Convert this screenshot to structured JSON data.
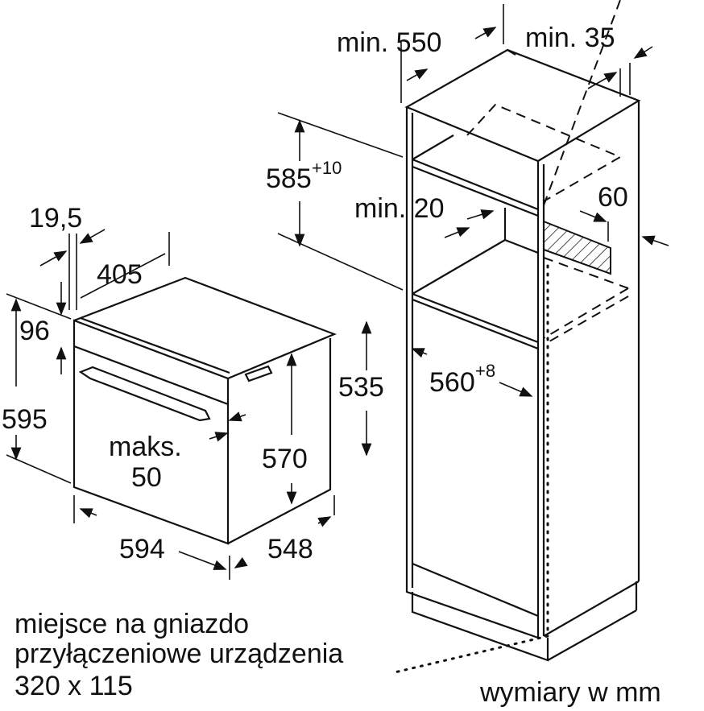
{
  "labels": {
    "cabinet_depth": "min. 550",
    "rear_gap": "min. 35",
    "niche_height": "585",
    "niche_height_tol": "+10",
    "min_gap": "min. 20",
    "vent": "60",
    "door_thickness": "19,5",
    "oven_depth_top": "405",
    "panel_height": "96",
    "oven_height": "595",
    "handle_label": "maks.",
    "handle_value": "50",
    "body_height": "570",
    "side_height": "535",
    "niche_width": "560",
    "niche_width_tol": "+8",
    "oven_width": "594",
    "body_depth": "548",
    "socket_line1": "miejsce na gniazdo",
    "socket_line2": "przyłączeniowe urządzenia",
    "socket_line3": "320 x 115",
    "units": "wymiary w mm"
  }
}
